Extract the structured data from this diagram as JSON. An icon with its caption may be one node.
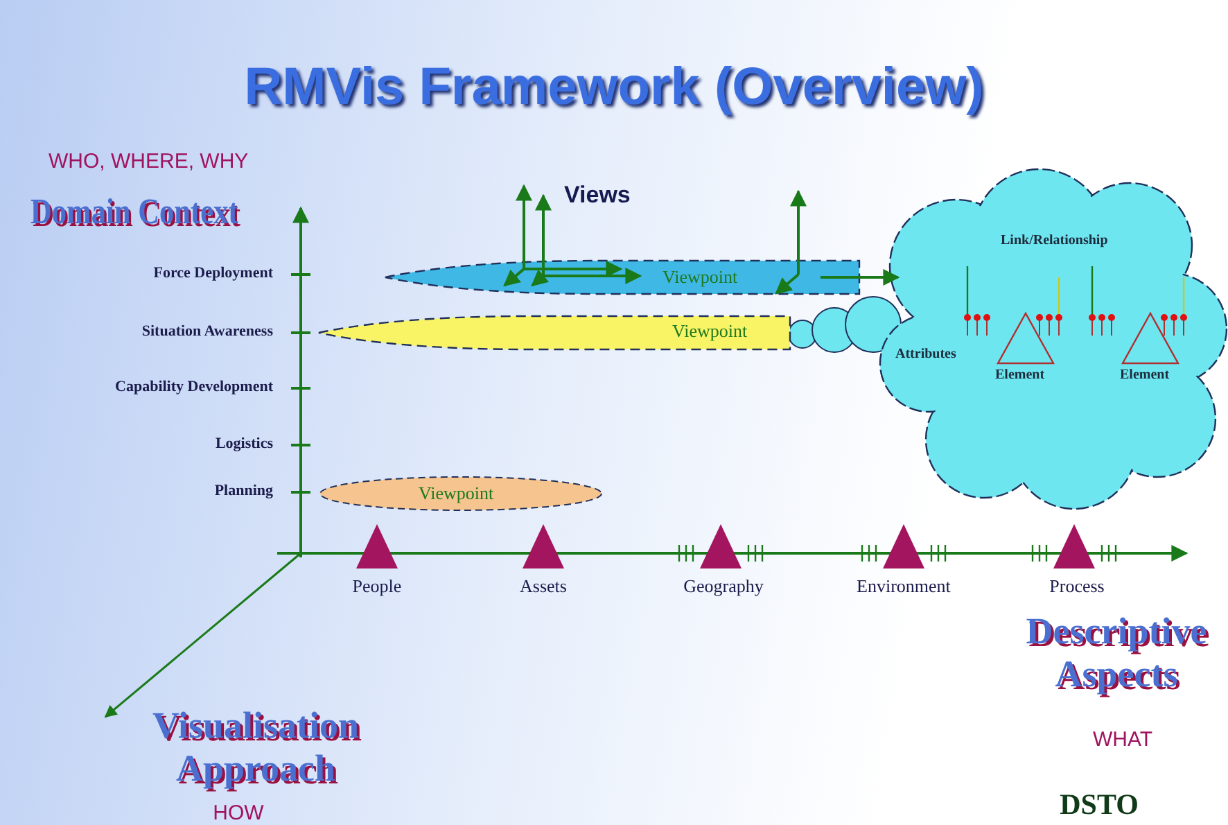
{
  "diagram": {
    "title": "RMVis Framework (Overview)",
    "nodes": [
      {
        "text": [
          "Viewpoint"
        ]
      },
      {
        "text": [
          "Viewpoint"
        ]
      },
      {
        "text": [
          "Viewpoint"
        ]
      },
      {
        "text": [
          "Link/Relationship",
          "Attributes",
          "Element",
          "Element"
        ]
      }
    ],
    "edges": [
      {
        "from": 0,
        "to": 3,
        "arrow": "to"
      }
    ],
    "labels": [
      "WHO, WHERE, WHY",
      "Domain Context",
      "Views",
      "Force Deployment",
      "Situation Awareness",
      "Capability Development",
      "Logistics",
      "Planning",
      "People",
      "Assets",
      "Geography",
      "Environment",
      "Process",
      "Descriptive Aspects",
      "WHAT",
      "Visualisation Approach",
      "HOW",
      "DSTO"
    ]
  }
}
